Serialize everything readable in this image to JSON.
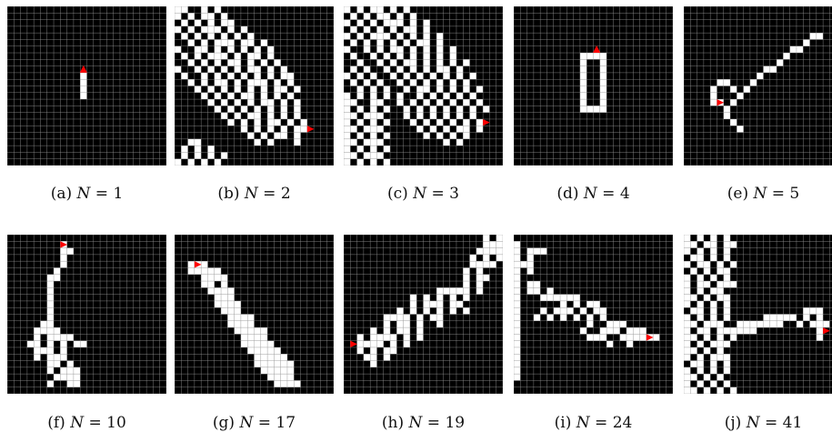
{
  "figure": {
    "panels": [
      {
        "letter": "(a)",
        "n": "1",
        "grid": [
          "........................",
          "........................",
          "........................",
          "........................",
          "........................",
          "........................",
          "........................",
          "........................",
          "........................",
          "........................",
          "...........#............",
          "...........#............",
          "...........#............",
          "...........#............",
          "........................",
          "........................",
          "........................",
          "........................",
          "........................",
          "........................",
          "........................",
          "........................",
          "........................",
          "........................"
        ],
        "agent": {
          "row": 9,
          "col": 11,
          "dir": "up"
        }
      },
      {
        "letter": "(b)",
        "n": "2",
        "grid": [
          "##..#.#.................",
          "#.#.##.#................",
          ".#.#.#.##...............",
          "#.#.###.#.#.............",
          ".#.#.#.#.#.#............",
          "..#.#.###.##.#..........",
          "#..##.#.#.#.#.#.........",
          ".#.#.###.#.##.#.........",
          "..#.#.#.##.#.#.#........",
          "#..#.#.#.#.##.#.#.......",
          ".#..#.#.#.#.#.#.##......",
          "..#.#.##.#.###.#.#......",
          "...#.#.#.#.#.#.##.#.....",
          "....#.#.#.##.#.#.#......",
          ".....#.#.#.#.##.#.#.....",
          "......#.#.#.#.#.#.#.....",
          ".......#.#.##.#.#.#.....",
          "........#.#.#.##.#.#....",
          "..........#.#.#.#.##....",
          "...........#.#.##.#.....",
          "..##........#.#...#.....",
          ".#.#.#.................",
          ".#.#.#.#................",
          "#.#.#.#................."
        ],
        "agent": {
          "row": 18,
          "col": 20,
          "dir": "right"
        }
      },
      {
        "letter": "(c)",
        "n": "3",
        "grid": [
          "#.#.##.#.#..............",
          ".#.#.##.#.#.............",
          "#.#.#.###.#.#...........",
          ".#.#.#.#.##.#...........",
          "#.#.###.#.#.#.#.........",
          ".#.#.#.#.#.##.#.........",
          "#..#.#.##.#.#.#.#.......",
          ".#..#.#.#.#.#.#.#.......",
          "..#..#.#.##.#.#.#.#.....",
          ".#.#..#.#.#.#.##.#......",
          "#.#.#..#.#.#.#.#.#.#....",
          ".#.#.#..#.#.#.#.#.#.....",
          "..#.#.#..#.##.#.#.#.#...",
          "#.#.#.#.#..#.#.#.#.#....",
          "##..##..#.#.#.#.#.#.#...",
          "#.#.#.#..#.#.#.#.#.#.#..",
          "##.###...#.#.#.#.#.#....",
          "#.#.#.#...#.#.#.#.#.#...",
          "##.###.....#.#.#.##.#...",
          "#.#.#.#.....#.#.#.#.....",
          "##.###.........#.#......",
          "#.#.#.#.................",
          "##.###..................",
          "#.#.#.#................."
        ],
        "agent": {
          "row": 17,
          "col": 21,
          "dir": "right"
        }
      },
      {
        "letter": "(d)",
        "n": "4",
        "grid": [
          "........................",
          "........................",
          "........................",
          "........................",
          "........................",
          "........................",
          "........................",
          "..........####..........",
          "..........#..#..........",
          "..........#..#..........",
          "..........#..#..........",
          "..........#..#..........",
          "..........#..#..........",
          "..........#..#..........",
          "..........#..#..........",
          "..........####..........",
          "........................",
          "........................",
          "........................",
          "........................",
          "........................",
          "........................",
          "........................",
          "........................"
        ],
        "agent": {
          "row": 6,
          "col": 12,
          "dir": "up"
        }
      },
      {
        "letter": "(e)",
        "n": "5",
        "grid": [
          "........................",
          "........................",
          "........................",
          "........................",
          "...................##...",
          "..................#.....",
          "................##......",
          "...............#........",
          "..............#.........",
          "............##..........",
          "...........#............",
          ".....##...#.............",
          "....#..#.#..............",
          "....#...#...............",
          "....##.#................",
          "......#.................",
          "......#.................",
          ".......#................",
          "........#...............",
          "........................",
          "........................",
          "........................",
          "........................",
          "........................"
        ],
        "agent": {
          "row": 14,
          "col": 5,
          "dir": "right"
        }
      },
      {
        "letter": "(f)",
        "n": "10",
        "grid": [
          "........................",
          "........#...............",
          "........##..............",
          "........#...............",
          "........#...............",
          ".......#................",
          "......##................",
          "......#.................",
          "......#.................",
          "......#.................",
          "......#.................",
          "......#.................",
          "......#.................",
          ".....##.................",
          "....####................",
          "....#.####..............",
          "...##.#.#.##............",
          "....###.#...............",
          "....#.###...............",
          "......##.#..............",
          "......#.###.............",
          ".......####.............",
          "......#..##.............",
          "........................"
        ],
        "agent": {
          "row": 1,
          "col": 8,
          "dir": "right"
        }
      },
      {
        "letter": "(g)",
        "n": "17",
        "grid": [
          "........................",
          "........................",
          "........................",
          "........................",
          "..###...................",
          "..#####.................",
          "....####................",
          "....##.#................",
          ".....####...............",
          "......###...............",
          "......####..............",
          ".......###..............",
          "........####............",
          "........####............",
          ".........#####..........",
          "..........####..........",
          "..........#####.........",
          "...........#####........",
          "............#####.......",
          "............######......",
          ".............#####......",
          "..............####......",
          "...............####.....",
          "........................"
        ],
        "agent": {
          "row": 4,
          "col": 3,
          "dir": "right"
        }
      },
      {
        "letter": "(h)",
        "n": "19",
        "grid": [
          ".....................#.#",
          ".....................###",
          "....................####",
          "...................#.#.#",
          "...................####.",
          "..................#.#...",
          "..................#.##..",
          "..................#.#...",
          "..............#####.#...",
          "..........#.#.#.#.#.....",
          "..........#.###.##......",
          "........#.#.#.#.#.#.....",
          "......####.#.##.........",
          "......#.##.#..#.........",
          "....#.#.##.#............",
          "..#.####.#.#............",
          "..####.#.#..............",
          "..#.#.##................",
          "...##.#.................",
          "....#...................",
          "........................",
          "........................",
          "........................",
          "........................"
        ],
        "agent": {
          "row": 16,
          "col": 1,
          "dir": "right"
        }
      },
      {
        "letter": "(i)",
        "n": "24",
        "grid": [
          "........................",
          "#.......................",
          "#.###...................",
          "#.#.....................",
          "###.....................",
          "#.#.....................",
          "#.......................",
          "#.##....................",
          "#.##.#..................",
          "#...######..............",
          "#......#.#.##...........",
          "#...#.###.#.##..........",
          "#..#.#.#.#.#.#..........",
          "#..........#..###.......",
          "#.........#..###.###....",
          "#..........###..######..",
          "#.............#..#......",
          "#.......................",
          "#.......................",
          "#.......................",
          "#.......................",
          "#.......................",
          "........................",
          "........................"
        ],
        "agent": {
          "row": 15,
          "col": 20,
          "dir": "right"
        }
      },
      {
        "letter": "(j)",
        "n": "41",
        "grid": [
          "#.#.#.#.................",
          "##.##.##................",
          "#.#.#.#.................",
          ".##.#.#.................",
          "#.##.#.#................",
          ".#.#.##.................",
          "#.#.#.#.................",
          "#.##.###................",
          "#.#.##..................",
          "##.#.##.................",
          "#.#.#.#.................",
          ".##.#.#...........###...",
          "#.#.#.#.....#####.#.#...",
          "##.###..#######..#.###..",
          "#.##.######.........#...",
          "##.#.#.#............#...",
          "#.#.###.................",
          "##.#.#..................",
          "#.#.###.................",
          ".##.#.#.................",
          "#.#.#.#.................",
          "##.#.#..................",
          "#.#.#.#.................",
          "##.#.#.#................"
        ],
        "agent": {
          "row": 14,
          "col": 21,
          "dir": "right"
        }
      }
    ]
  }
}
